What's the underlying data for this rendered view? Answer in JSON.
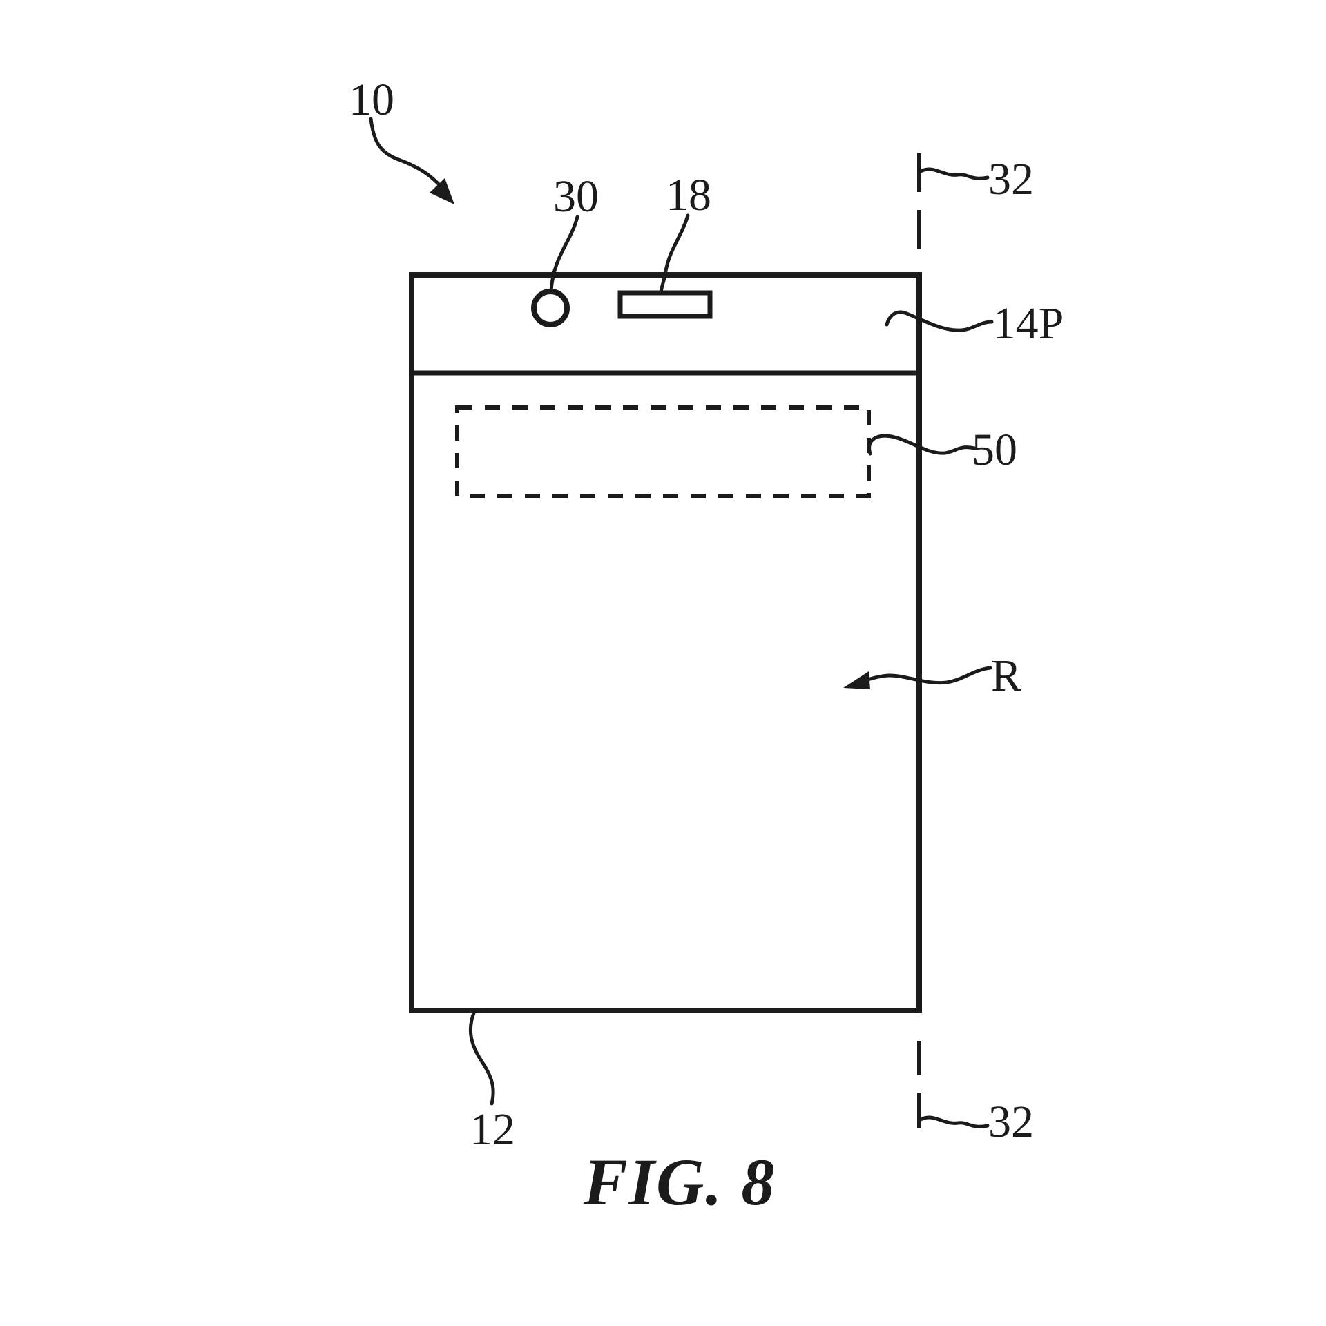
{
  "figure": {
    "caption": "FIG. 8",
    "colors": {
      "ink": "#1b1b1b",
      "background": "#ffffff"
    },
    "labels": {
      "ref_10": "10",
      "ref_30": "30",
      "ref_18": "18",
      "ref_32_top": "32",
      "ref_14p": "14P",
      "ref_50": "50",
      "ref_r": "R",
      "ref_12": "12",
      "ref_32_bottom": "32"
    }
  }
}
